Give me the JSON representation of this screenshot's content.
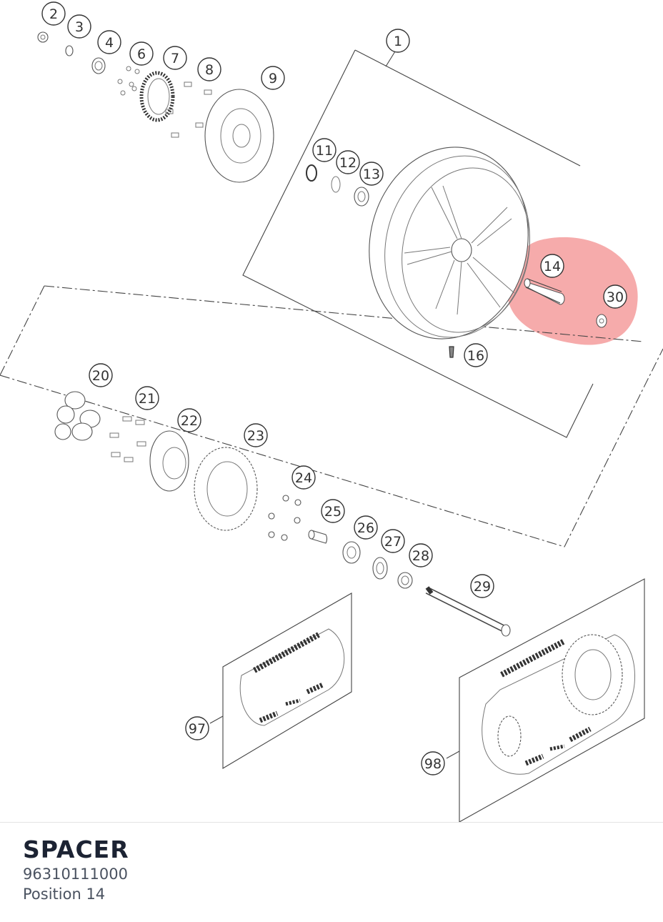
{
  "diagram": {
    "callouts": [
      "2",
      "3",
      "4",
      "6",
      "7",
      "8",
      "9",
      "1",
      "11",
      "12",
      "13",
      "14",
      "30",
      "16",
      "20",
      "21",
      "22",
      "23",
      "24",
      "25",
      "26",
      "27",
      "28",
      "29",
      "97",
      "98"
    ],
    "highlight_color": "#f28b8b"
  },
  "part": {
    "name": "SPACER",
    "number": "96310111000",
    "position": "Position 14"
  }
}
